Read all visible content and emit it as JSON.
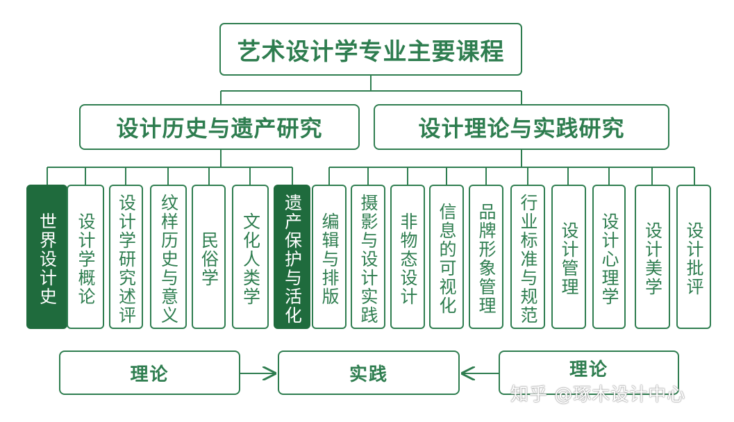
{
  "title": "艺术设计学专业主要课程",
  "branches": [
    "设计历史与遗产研究",
    "设计理论与实践研究"
  ],
  "courses": [
    {
      "label": "世界设计史",
      "highlight": true
    },
    {
      "label": "设计学概论",
      "highlight": false
    },
    {
      "label": "设计学研究述评",
      "highlight": false
    },
    {
      "label": "纹样历史与意义",
      "highlight": false
    },
    {
      "label": "民俗学",
      "highlight": false
    },
    {
      "label": "文化人类学",
      "highlight": false
    },
    {
      "label": "遗产保护与活化",
      "highlight": true
    },
    {
      "label": "编辑与排版",
      "highlight": false
    },
    {
      "label": "摄影与设计实践",
      "highlight": false
    },
    {
      "label": "非物态设计",
      "highlight": false
    },
    {
      "label": "信息的可视化",
      "highlight": false
    },
    {
      "label": "品牌形象管理",
      "highlight": false
    },
    {
      "label": "行业标准与规范",
      "highlight": false
    },
    {
      "label": "设计管理",
      "highlight": false
    },
    {
      "label": "设计心理学",
      "highlight": false
    },
    {
      "label": "设计美学",
      "highlight": false
    },
    {
      "label": "设计批评",
      "highlight": false
    }
  ],
  "bottom": [
    "理论",
    "实践",
    "理论"
  ],
  "watermark": "知乎 @琢木设计中心",
  "colors": {
    "primary": "#2e7d4f",
    "highlight_fill": "#1f6b3d"
  }
}
